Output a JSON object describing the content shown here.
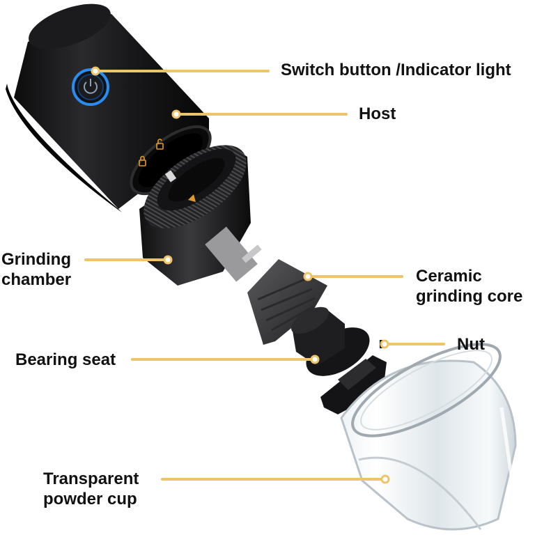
{
  "labels": {
    "switch": "Switch button /Indicator light",
    "host": "Host",
    "chamber": [
      "Grinding",
      "chamber"
    ],
    "core": [
      "Ceramic",
      "grinding core"
    ],
    "nut": "Nut",
    "bearing": "Bearing seat",
    "cup": [
      "Transparent",
      "powder cup"
    ]
  },
  "colors": {
    "leader": "#eec46a",
    "dot_fill": "#ffffff",
    "body_black": "#1d1d1f",
    "ring_blue": "#2a8cf0",
    "accent_orange": "#e39a2d"
  }
}
